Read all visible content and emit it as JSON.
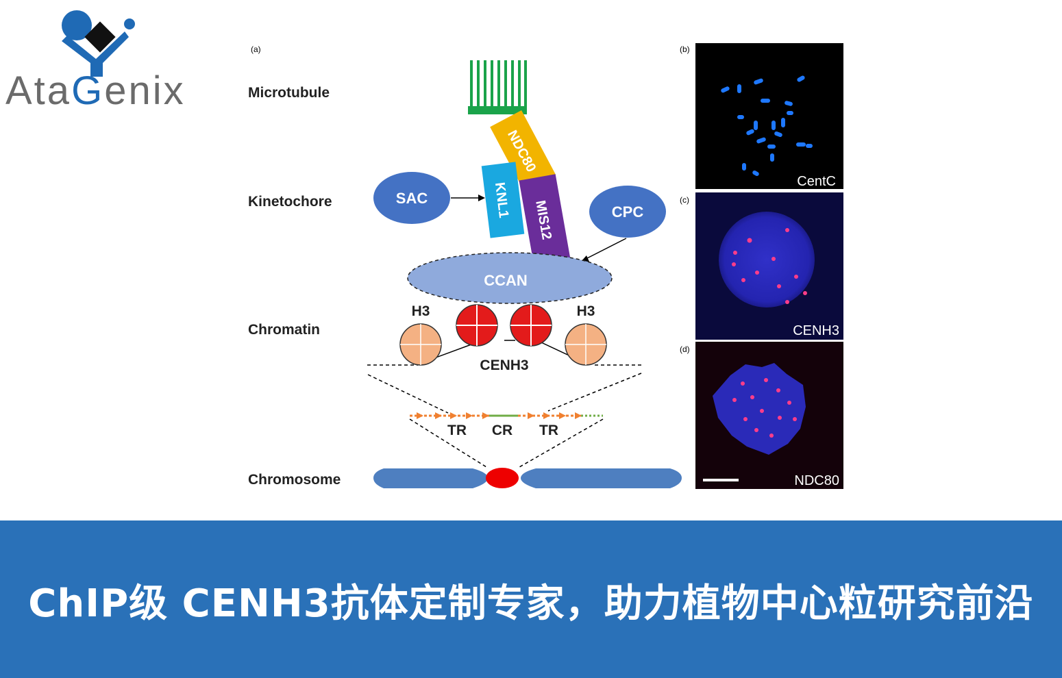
{
  "brand": {
    "name": "AtaGenix",
    "name_part1": "Ata",
    "name_part2": "G",
    "name_part3": "enix",
    "colors": {
      "blue": "#1f6ab5",
      "gray": "#6b6b6b",
      "black": "#111111"
    }
  },
  "diagram": {
    "panel_labels": {
      "a": "(a)",
      "b": "(b)",
      "c": "(c)",
      "d": "(d)"
    },
    "row_labels": {
      "microtubule": "Microtubule",
      "kinetochore": "Kinetochore",
      "chromatin": "Chromatin",
      "chromosome": "Chromosome"
    },
    "proteins": {
      "ndc80": "NDC80",
      "knl1": "KNL1",
      "mis12": "MIS12",
      "sac": "SAC",
      "cpc": "CPC",
      "ccan": "CCAN"
    },
    "nucleosomes": {
      "h3_left": "H3",
      "h3_right": "H3",
      "cenh3": "CENH3"
    },
    "sequence": {
      "tr_left": "TR",
      "cr": "CR",
      "tr_right": "TR"
    },
    "colors": {
      "microtubule": "#1aa34a",
      "ndc80": "#f2b400",
      "knl1": "#1aa8e0",
      "mis12": "#6a2d9a",
      "sac_cpc": "#4472c4",
      "ccan": "#8faadc",
      "h3": "#f4b183",
      "cenh3": "#e31b1b",
      "chromosome": "#4e7fc0",
      "centromere": "#ee0000",
      "tr_arrow": "#f08030",
      "cr_line": "#70ad47"
    }
  },
  "micrographs": {
    "centc": "CentC",
    "cenh3": "CENH3",
    "ndc80": "NDC80"
  },
  "banner": {
    "text": "ChIP级 CENH3抗体定制专家，助力植物中心粒研究前沿",
    "color": "#2a71b8"
  }
}
